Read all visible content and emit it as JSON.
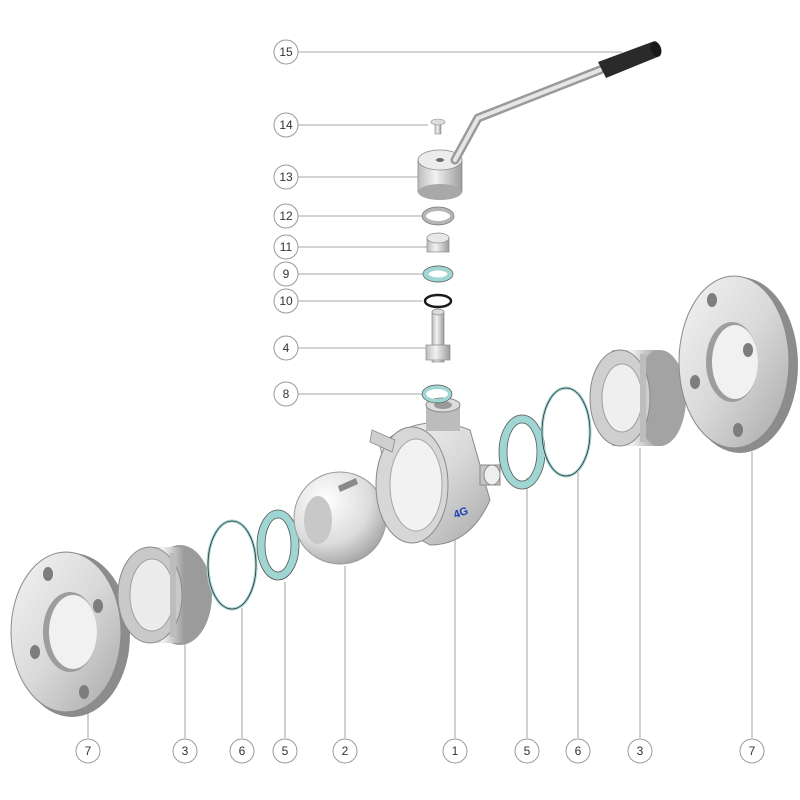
{
  "brand_mark": "4G",
  "colors": {
    "seal_teal": "#9fd6d3",
    "brand_blue": "#1f3fb4",
    "metal_light": "#e9e9e9",
    "metal_dark": "#8c8c8c",
    "grip_black": "#2a2a2a"
  },
  "callouts": [
    {
      "id": "c15",
      "label": "15"
    },
    {
      "id": "c14",
      "label": "14"
    },
    {
      "id": "c13",
      "label": "13"
    },
    {
      "id": "c12",
      "label": "12"
    },
    {
      "id": "c11",
      "label": "11"
    },
    {
      "id": "c9",
      "label": "9"
    },
    {
      "id": "c10",
      "label": "10"
    },
    {
      "id": "c4",
      "label": "4"
    },
    {
      "id": "c8",
      "label": "8"
    },
    {
      "id": "b7a",
      "label": "7"
    },
    {
      "id": "b3a",
      "label": "3"
    },
    {
      "id": "b6a",
      "label": "6"
    },
    {
      "id": "b5a",
      "label": "5"
    },
    {
      "id": "b2",
      "label": "2"
    },
    {
      "id": "b1",
      "label": "1"
    },
    {
      "id": "b5b",
      "label": "5"
    },
    {
      "id": "b6b",
      "label": "6"
    },
    {
      "id": "b3b",
      "label": "3"
    },
    {
      "id": "b7b",
      "label": "7"
    }
  ]
}
